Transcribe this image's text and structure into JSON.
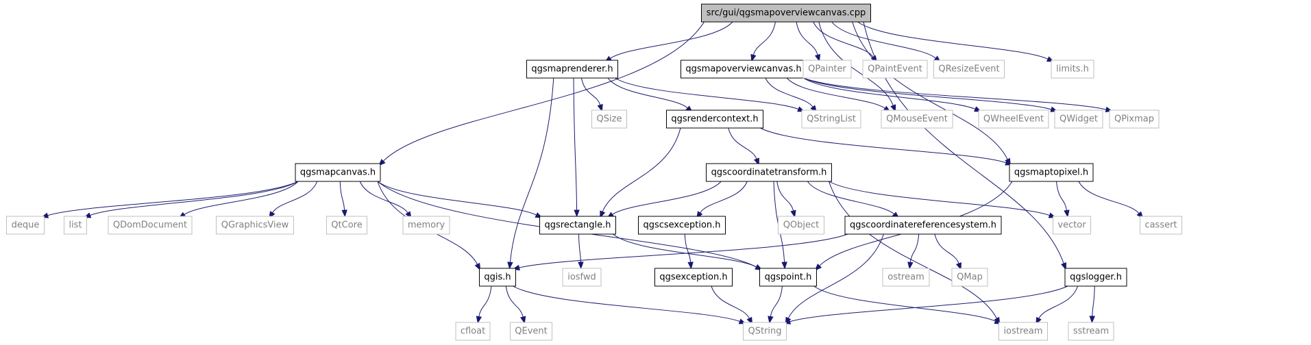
{
  "diagram": {
    "type": "include-dependency-graph",
    "colors": {
      "edge": "#191970",
      "root_fill": "#bfbfbf",
      "local_border": "#000000",
      "external_border": "#bfbfbf",
      "external_text": "#808080"
    },
    "nodes": [
      {
        "id": "root",
        "label": "src/gui/qgsmapoverviewcanvas.cpp",
        "kind": "root"
      },
      {
        "id": "qgsmaprenderer",
        "label": "qgsmaprenderer.h",
        "kind": "local"
      },
      {
        "id": "qgsmapoverviewcanvas",
        "label": "qgsmapoverviewcanvas.h",
        "kind": "local"
      },
      {
        "id": "QPainter",
        "label": "QPainter",
        "kind": "external"
      },
      {
        "id": "QPaintEvent",
        "label": "QPaintEvent",
        "kind": "external"
      },
      {
        "id": "QResizeEvent",
        "label": "QResizeEvent",
        "kind": "external"
      },
      {
        "id": "limits",
        "label": "limits.h",
        "kind": "external"
      },
      {
        "id": "QSize",
        "label": "QSize",
        "kind": "external"
      },
      {
        "id": "qgsrendercontext",
        "label": "qgsrendercontext.h",
        "kind": "local"
      },
      {
        "id": "QStringList",
        "label": "QStringList",
        "kind": "external"
      },
      {
        "id": "QMouseEvent",
        "label": "QMouseEvent",
        "kind": "external"
      },
      {
        "id": "QWheelEvent",
        "label": "QWheelEvent",
        "kind": "external"
      },
      {
        "id": "QWidget",
        "label": "QWidget",
        "kind": "external"
      },
      {
        "id": "QPixmap",
        "label": "QPixmap",
        "kind": "external"
      },
      {
        "id": "qgsmapcanvas",
        "label": "qgsmapcanvas.h",
        "kind": "local"
      },
      {
        "id": "qgscoordinatetransform",
        "label": "qgscoordinatetransform.h",
        "kind": "local"
      },
      {
        "id": "qgsmaptopixel",
        "label": "qgsmaptopixel.h",
        "kind": "local"
      },
      {
        "id": "deque",
        "label": "deque",
        "kind": "external"
      },
      {
        "id": "list",
        "label": "list",
        "kind": "external"
      },
      {
        "id": "QDomDocument",
        "label": "QDomDocument",
        "kind": "external"
      },
      {
        "id": "QGraphicsView",
        "label": "QGraphicsView",
        "kind": "external"
      },
      {
        "id": "QtCore",
        "label": "QtCore",
        "kind": "external"
      },
      {
        "id": "memory",
        "label": "memory",
        "kind": "external"
      },
      {
        "id": "qgsrectangle",
        "label": "qgsrectangle.h",
        "kind": "local"
      },
      {
        "id": "qgscsexception",
        "label": "qgscsexception.h",
        "kind": "local"
      },
      {
        "id": "QObject",
        "label": "QObject",
        "kind": "external"
      },
      {
        "id": "qgscoordinatereferencesystem",
        "label": "qgscoordinatereferencesystem.h",
        "kind": "local"
      },
      {
        "id": "vector",
        "label": "vector",
        "kind": "external"
      },
      {
        "id": "cassert",
        "label": "cassert",
        "kind": "external"
      },
      {
        "id": "iosfwd",
        "label": "iosfwd",
        "kind": "external"
      },
      {
        "id": "qgis",
        "label": "qgis.h",
        "kind": "local"
      },
      {
        "id": "qgsexception",
        "label": "qgsexception.h",
        "kind": "local"
      },
      {
        "id": "qgspoint",
        "label": "qgspoint.h",
        "kind": "local"
      },
      {
        "id": "ostream",
        "label": "ostream",
        "kind": "external"
      },
      {
        "id": "QMap",
        "label": "QMap",
        "kind": "external"
      },
      {
        "id": "qgslogger",
        "label": "qgslogger.h",
        "kind": "local"
      },
      {
        "id": "cfloat",
        "label": "cfloat",
        "kind": "external"
      },
      {
        "id": "QEvent",
        "label": "QEvent",
        "kind": "external"
      },
      {
        "id": "QString",
        "label": "QString",
        "kind": "external"
      },
      {
        "id": "iostream",
        "label": "iostream",
        "kind": "external"
      },
      {
        "id": "sstream",
        "label": "sstream",
        "kind": "external"
      }
    ],
    "edges": [
      [
        "root",
        "qgsmaprenderer"
      ],
      [
        "root",
        "qgsmapoverviewcanvas"
      ],
      [
        "root",
        "QPainter"
      ],
      [
        "root",
        "QPaintEvent"
      ],
      [
        "root",
        "QResizeEvent"
      ],
      [
        "root",
        "limits"
      ],
      [
        "root",
        "qgsmapcanvas"
      ],
      [
        "root",
        "QMouseEvent"
      ],
      [
        "root",
        "qgsmaptopixel"
      ],
      [
        "root",
        "qgslogger"
      ],
      [
        "qgsmaprenderer",
        "QSize"
      ],
      [
        "qgsmaprenderer",
        "qgsrendercontext"
      ],
      [
        "qgsmaprenderer",
        "QStringList"
      ],
      [
        "qgsmaprenderer",
        "qgsrectangle"
      ],
      [
        "qgsmaprenderer",
        "qgis"
      ],
      [
        "qgsmapoverviewcanvas",
        "QStringList"
      ],
      [
        "qgsmapoverviewcanvas",
        "QMouseEvent"
      ],
      [
        "qgsmapoverviewcanvas",
        "QWheelEvent"
      ],
      [
        "qgsmapoverviewcanvas",
        "QWidget"
      ],
      [
        "qgsmapoverviewcanvas",
        "QPixmap"
      ],
      [
        "qgsrendercontext",
        "qgscoordinatetransform"
      ],
      [
        "qgsrendercontext",
        "qgsrectangle"
      ],
      [
        "qgsrendercontext",
        "qgsmaptopixel"
      ],
      [
        "qgsmapcanvas",
        "deque"
      ],
      [
        "qgsmapcanvas",
        "list"
      ],
      [
        "qgsmapcanvas",
        "QDomDocument"
      ],
      [
        "qgsmapcanvas",
        "QGraphicsView"
      ],
      [
        "qgsmapcanvas",
        "QtCore"
      ],
      [
        "qgsmapcanvas",
        "memory"
      ],
      [
        "qgsmapcanvas",
        "qgsrectangle"
      ],
      [
        "qgsmapcanvas",
        "qgspoint"
      ],
      [
        "qgsmapcanvas",
        "qgis"
      ],
      [
        "qgscoordinatetransform",
        "qgsrectangle"
      ],
      [
        "qgscoordinatetransform",
        "qgscsexception"
      ],
      [
        "qgscoordinatetransform",
        "QObject"
      ],
      [
        "qgscoordinatetransform",
        "qgscoordinatereferencesystem"
      ],
      [
        "qgscoordinatetransform",
        "vector"
      ],
      [
        "qgscoordinatetransform",
        "qgspoint"
      ],
      [
        "qgscoordinatetransform",
        "iostream"
      ],
      [
        "qgsmaptopixel",
        "vector"
      ],
      [
        "qgsmaptopixel",
        "cassert"
      ],
      [
        "qgsmaptopixel",
        "qgspoint"
      ],
      [
        "qgsrectangle",
        "iosfwd"
      ],
      [
        "qgsrectangle",
        "qgspoint"
      ],
      [
        "qgscsexception",
        "qgsexception"
      ],
      [
        "qgscoordinatereferencesystem",
        "qgis"
      ],
      [
        "qgscoordinatereferencesystem",
        "ostream"
      ],
      [
        "qgscoordinatereferencesystem",
        "QMap"
      ],
      [
        "qgscoordinatereferencesystem",
        "QString"
      ],
      [
        "qgis",
        "cfloat"
      ],
      [
        "qgis",
        "QEvent"
      ],
      [
        "qgis",
        "QString"
      ],
      [
        "qgsexception",
        "QString"
      ],
      [
        "qgspoint",
        "QString"
      ],
      [
        "qgspoint",
        "iostream"
      ],
      [
        "qgslogger",
        "QString"
      ],
      [
        "qgslogger",
        "iostream"
      ],
      [
        "qgslogger",
        "sstream"
      ]
    ]
  }
}
